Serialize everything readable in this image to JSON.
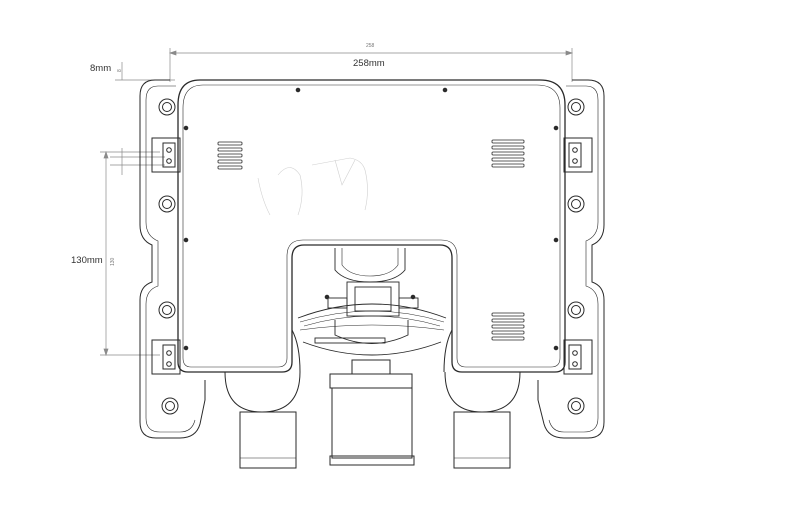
{
  "dimensions": {
    "width_label": "258mm",
    "width_small": "258",
    "top_offset_label": "8mm",
    "top_offset_small": "8",
    "hole_spacing_label": "130mm",
    "hole_spacing_small": "130"
  },
  "colors": {
    "line": "#2a2a2a",
    "dim_line": "#8a8a8a",
    "faint": "#c8c8c8"
  }
}
